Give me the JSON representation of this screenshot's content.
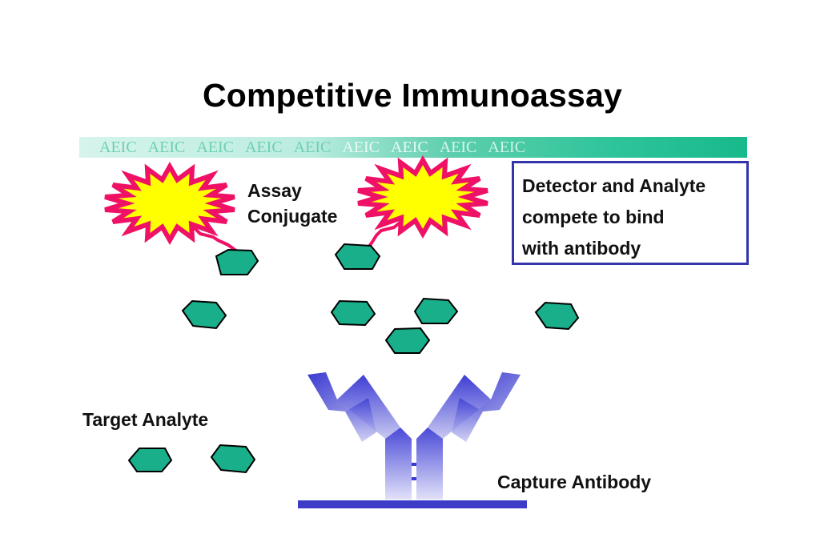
{
  "title": "Competitive Immunoassay",
  "band": {
    "labels": [
      "AEIC",
      "AEIC",
      "AEIC",
      "AEIC",
      "AEIC",
      "AEIC",
      "AEIC",
      "AEIC",
      "AEIC"
    ],
    "colors": [
      "#6fd0b2",
      "#6fd0b2",
      "#6fd0b2",
      "#6fd0b2",
      "#6fd0b2",
      "#e6faf5",
      "#e6faf5",
      "#d8f6ee",
      "#d0f3ea"
    ]
  },
  "labels": {
    "assay_conjugate": [
      "Assay",
      "Conjugate"
    ],
    "target_analyte": "Target Analyte",
    "capture_antibody": "Capture Antibody"
  },
  "note": {
    "lines": [
      "Detector and Analyte",
      "compete to bind",
      "with antibody"
    ]
  },
  "colors": {
    "analyte": "#1aaf8b",
    "burst_fill": "#ffff00",
    "burst_stroke": "#ee1166",
    "linker": "#ee1166",
    "antibody": "#4a4ad0",
    "surface": "#3c3cc8",
    "note_border": "#3333aa"
  }
}
